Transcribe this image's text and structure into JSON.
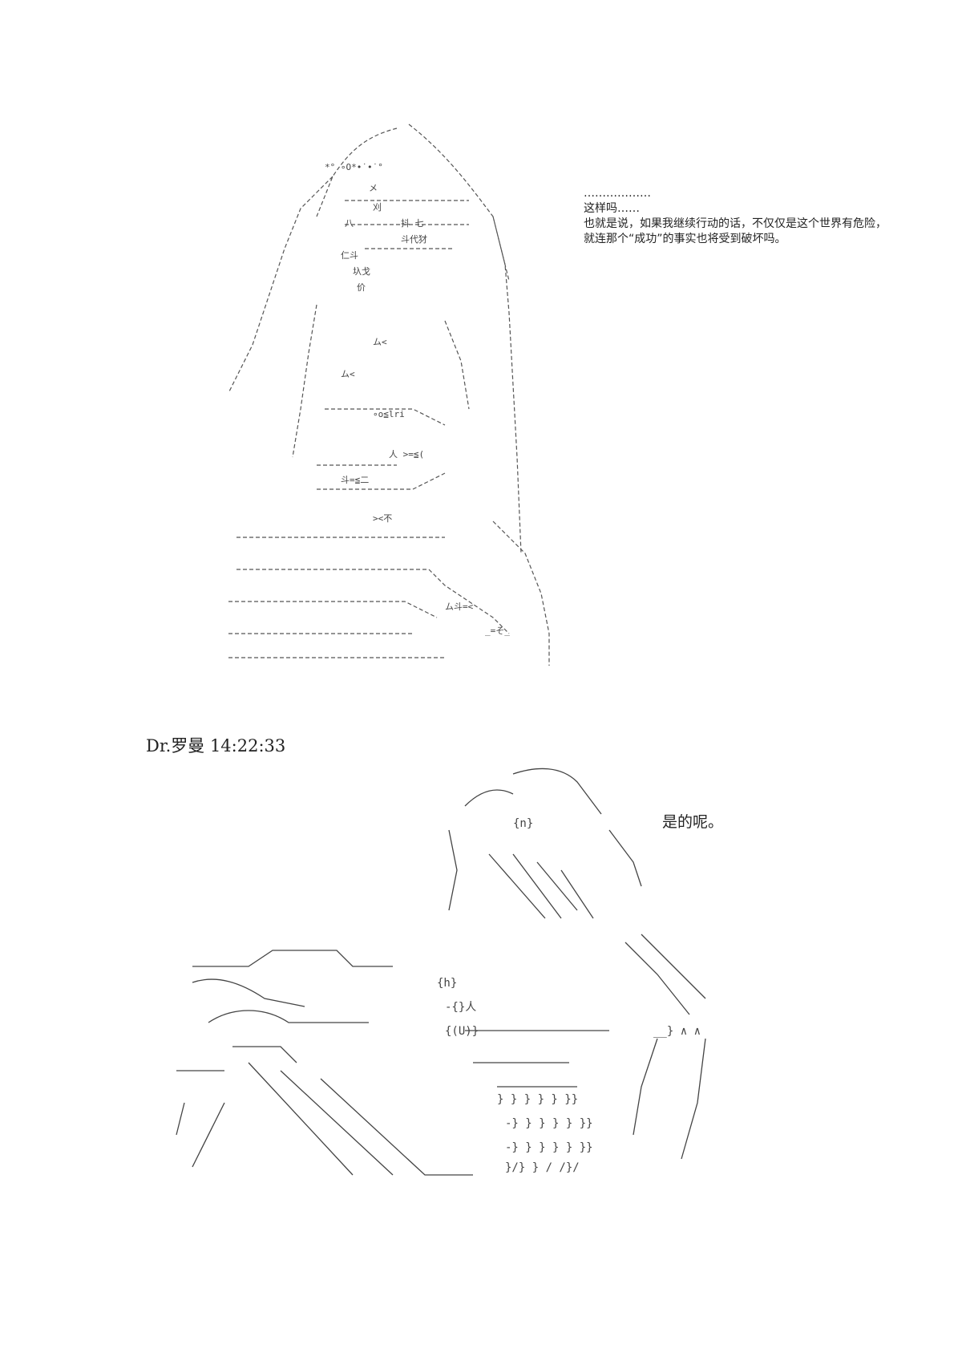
{
  "panel1": {
    "caption_lines": [
      "………………",
      "这样吗……",
      "也就是说，如果我继续行动的话，不仅仅是这个世界有危险，",
      "就连那个“成功”的事实也将受到破坏吗。"
    ]
  },
  "panel2": {
    "speaker": "Dr.罗曼",
    "timestamp": "14:22:33",
    "caption": "是的呢。"
  }
}
